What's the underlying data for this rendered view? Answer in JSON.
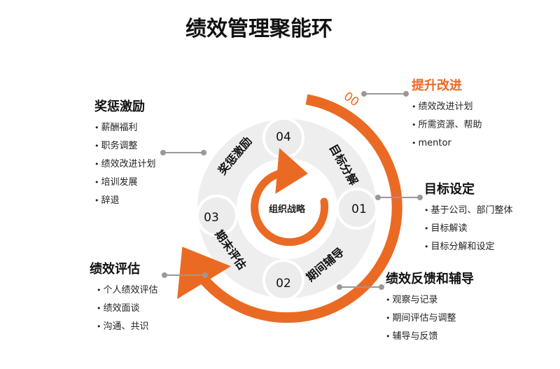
{
  "title": "绩效管理聚能环",
  "center": {
    "label": "组织战略"
  },
  "accent_color": "#ea6a24",
  "ring": [
    {
      "num": "00"
    },
    {
      "num": "01",
      "label": "目标分解"
    },
    {
      "num": "02",
      "label": "期间辅导"
    },
    {
      "num": "03",
      "label": "期末评估"
    },
    {
      "num": "04",
      "label": "奖惩激励"
    }
  ],
  "groups": {
    "improve": {
      "title": "提升改进",
      "items": [
        "绩效改进计划",
        "所需资源、帮助",
        "mentor"
      ]
    },
    "goal": {
      "title": "目标设定",
      "items": [
        "基于公司、部门整体",
        "目标解读",
        "目标分解和设定"
      ]
    },
    "feedback": {
      "title": "绩效反馈和辅导",
      "items": [
        "观察与记录",
        "期间评估与调整",
        "辅导与反馈"
      ]
    },
    "evaluate": {
      "title": "绩效评估",
      "items": [
        "个人绩效评估",
        "绩效面谈",
        "沟通、共识"
      ]
    },
    "reward": {
      "title": "奖惩激励",
      "items": [
        "薪酬福利",
        "职务调整",
        "绩效改进计划",
        "培训发展",
        "辞退"
      ]
    }
  }
}
